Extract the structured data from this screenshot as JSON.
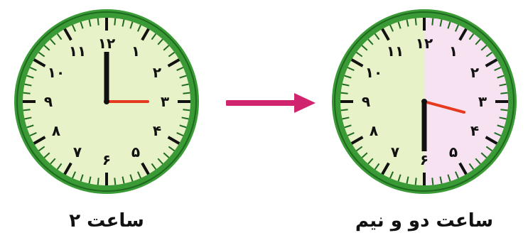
{
  "clocks": [
    {
      "id": "left",
      "caption": "ساعت ۲",
      "hour": 2,
      "minute": 0,
      "numerals": [
        "۱۲",
        "۱",
        "۲",
        "۳",
        "۴",
        "۵",
        "۶",
        "۷",
        "۸",
        "۹",
        "۱۰",
        "۱۱"
      ],
      "shade_half": false
    },
    {
      "id": "right",
      "caption": "ساعت دو و نیم",
      "hour": 2,
      "minute": 30,
      "numerals": [
        "۱۲",
        "۱",
        "۲",
        "۳",
        "۴",
        "۵",
        "۶",
        "۷",
        "۸",
        "۹",
        "۱۰",
        "۱۱"
      ],
      "shade_half": true
    }
  ],
  "colors": {
    "rim": "#3a9a35",
    "rim_dark": "#1e6b1f",
    "face": "#e8f2c8",
    "face_right_half": "#f6e2f0",
    "numeral": "#111111",
    "hour_hand": "#e63a1f",
    "minute_hand": "#111111",
    "arrow": "#d0246e"
  }
}
